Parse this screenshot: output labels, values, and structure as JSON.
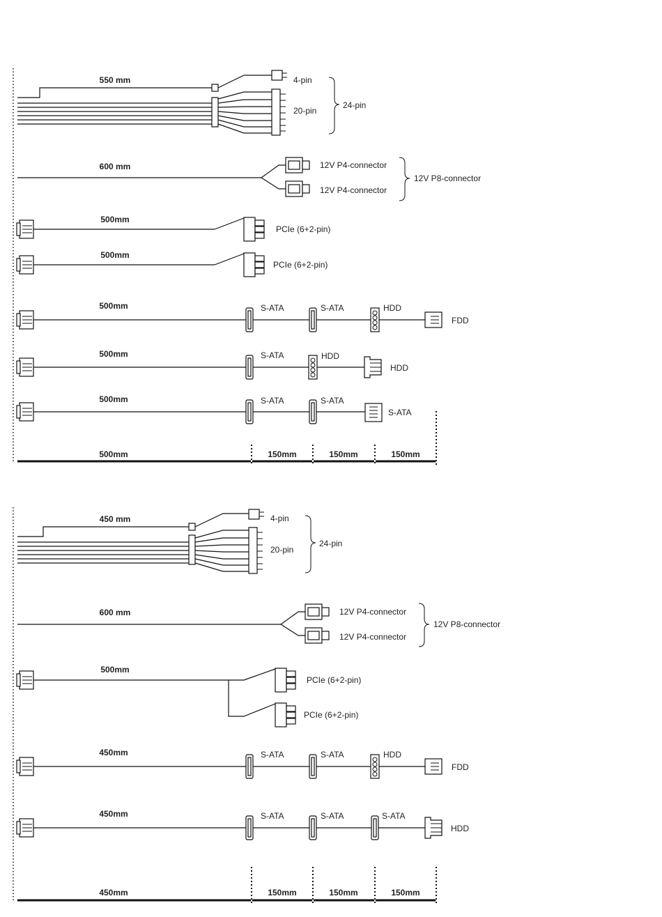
{
  "top": {
    "atx": {
      "length": "550 mm",
      "pin4": "4-pin",
      "pin20": "20-pin",
      "pin24": "24-pin"
    },
    "eps": {
      "length": "600 mm",
      "p4a": "12V P4-connector",
      "p4b": "12V P4-connector",
      "p8": "12V P8-connector"
    },
    "pcie1": {
      "length": "500mm",
      "label": "PCIe (6+2-pin)"
    },
    "pcie2": {
      "length": "500mm",
      "label": "PCIe (6+2-pin)"
    },
    "sata1": {
      "length": "500mm",
      "c1": "S-ATA",
      "c2": "S-ATA",
      "c3": "HDD",
      "c4": "FDD"
    },
    "sata2": {
      "length": "500mm",
      "c1": "S-ATA",
      "c2": "HDD",
      "c3": "HDD"
    },
    "sata3": {
      "length": "500mm",
      "c1": "S-ATA",
      "c2": "S-ATA",
      "c3": "S-ATA"
    },
    "ruler": {
      "main": "500mm",
      "s1": "150mm",
      "s2": "150mm",
      "s3": "150mm"
    }
  },
  "bottom": {
    "atx": {
      "length": "450 mm",
      "pin4": "4-pin",
      "pin20": "20-pin",
      "pin24": "24-pin"
    },
    "eps": {
      "length": "600 mm",
      "p4a": "12V P4-connector",
      "p4b": "12V P4-connector",
      "p8": "12V P8-connector"
    },
    "pcie": {
      "length": "500mm",
      "label1": "PCIe (6+2-pin)",
      "label2": "PCIe (6+2-pin)"
    },
    "sata1": {
      "length": "450mm",
      "c1": "S-ATA",
      "c2": "S-ATA",
      "c3": "HDD",
      "c4": "FDD"
    },
    "sata2": {
      "length": "450mm",
      "c1": "S-ATA",
      "c2": "S-ATA",
      "c3": "S-ATA",
      "c4": "HDD"
    },
    "ruler": {
      "main": "450mm",
      "s1": "150mm",
      "s2": "150mm",
      "s3": "150mm"
    }
  }
}
